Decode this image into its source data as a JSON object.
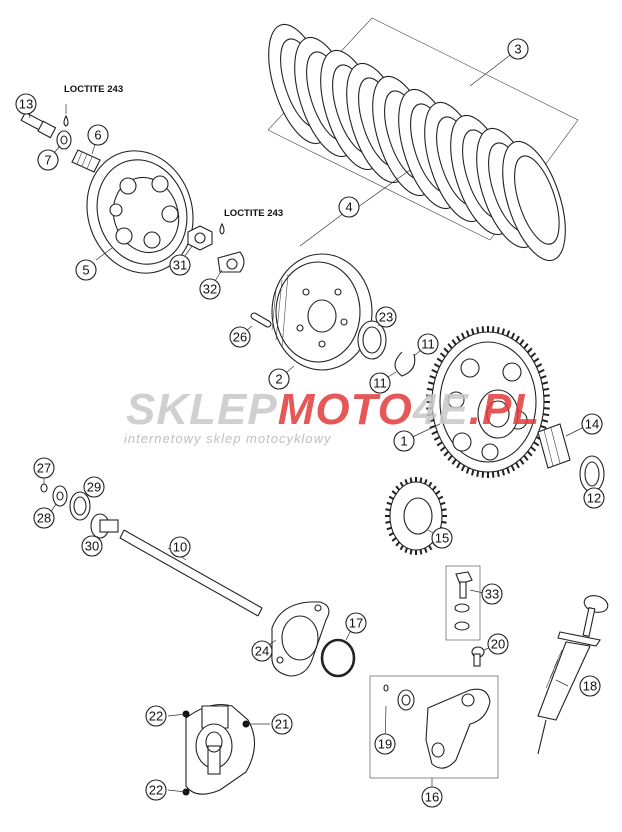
{
  "callouts": [
    {
      "id": "c1",
      "label": "1"
    },
    {
      "id": "c2",
      "label": "2"
    },
    {
      "id": "c3",
      "label": "3"
    },
    {
      "id": "c4",
      "label": "4"
    },
    {
      "id": "c5",
      "label": "5"
    },
    {
      "id": "c6",
      "label": "6"
    },
    {
      "id": "c7",
      "label": "7"
    },
    {
      "id": "c10",
      "label": "10"
    },
    {
      "id": "c11a",
      "label": "11"
    },
    {
      "id": "c11b",
      "label": "11"
    },
    {
      "id": "c12",
      "label": "12"
    },
    {
      "id": "c13",
      "label": "13"
    },
    {
      "id": "c14",
      "label": "14"
    },
    {
      "id": "c15",
      "label": "15"
    },
    {
      "id": "c16",
      "label": "16"
    },
    {
      "id": "c17",
      "label": "17"
    },
    {
      "id": "c18",
      "label": "18"
    },
    {
      "id": "c19",
      "label": "19"
    },
    {
      "id": "c20",
      "label": "20"
    },
    {
      "id": "c21",
      "label": "21"
    },
    {
      "id": "c22a",
      "label": "22"
    },
    {
      "id": "c22b",
      "label": "22"
    },
    {
      "id": "c23",
      "label": "23"
    },
    {
      "id": "c24",
      "label": "24"
    },
    {
      "id": "c26",
      "label": "26"
    },
    {
      "id": "c27",
      "label": "27"
    },
    {
      "id": "c28",
      "label": "28"
    },
    {
      "id": "c29",
      "label": "29"
    },
    {
      "id": "c30",
      "label": "30"
    },
    {
      "id": "c31",
      "label": "31"
    },
    {
      "id": "c32",
      "label": "32"
    },
    {
      "id": "c33",
      "label": "33"
    }
  ],
  "notes": {
    "loctite_top": "LOCTITE 243",
    "loctite_mid": "LOCTITE 243"
  },
  "watermark": {
    "brand_part1": "SKLEP",
    "brand_part2": "MOTO",
    "brand_part3": "4E",
    "brand_part4": ".PL",
    "tagline": "internetowy sklep motocyklowy",
    "color_gray": "#c8c8c8",
    "color_red": "#e23a3a"
  }
}
